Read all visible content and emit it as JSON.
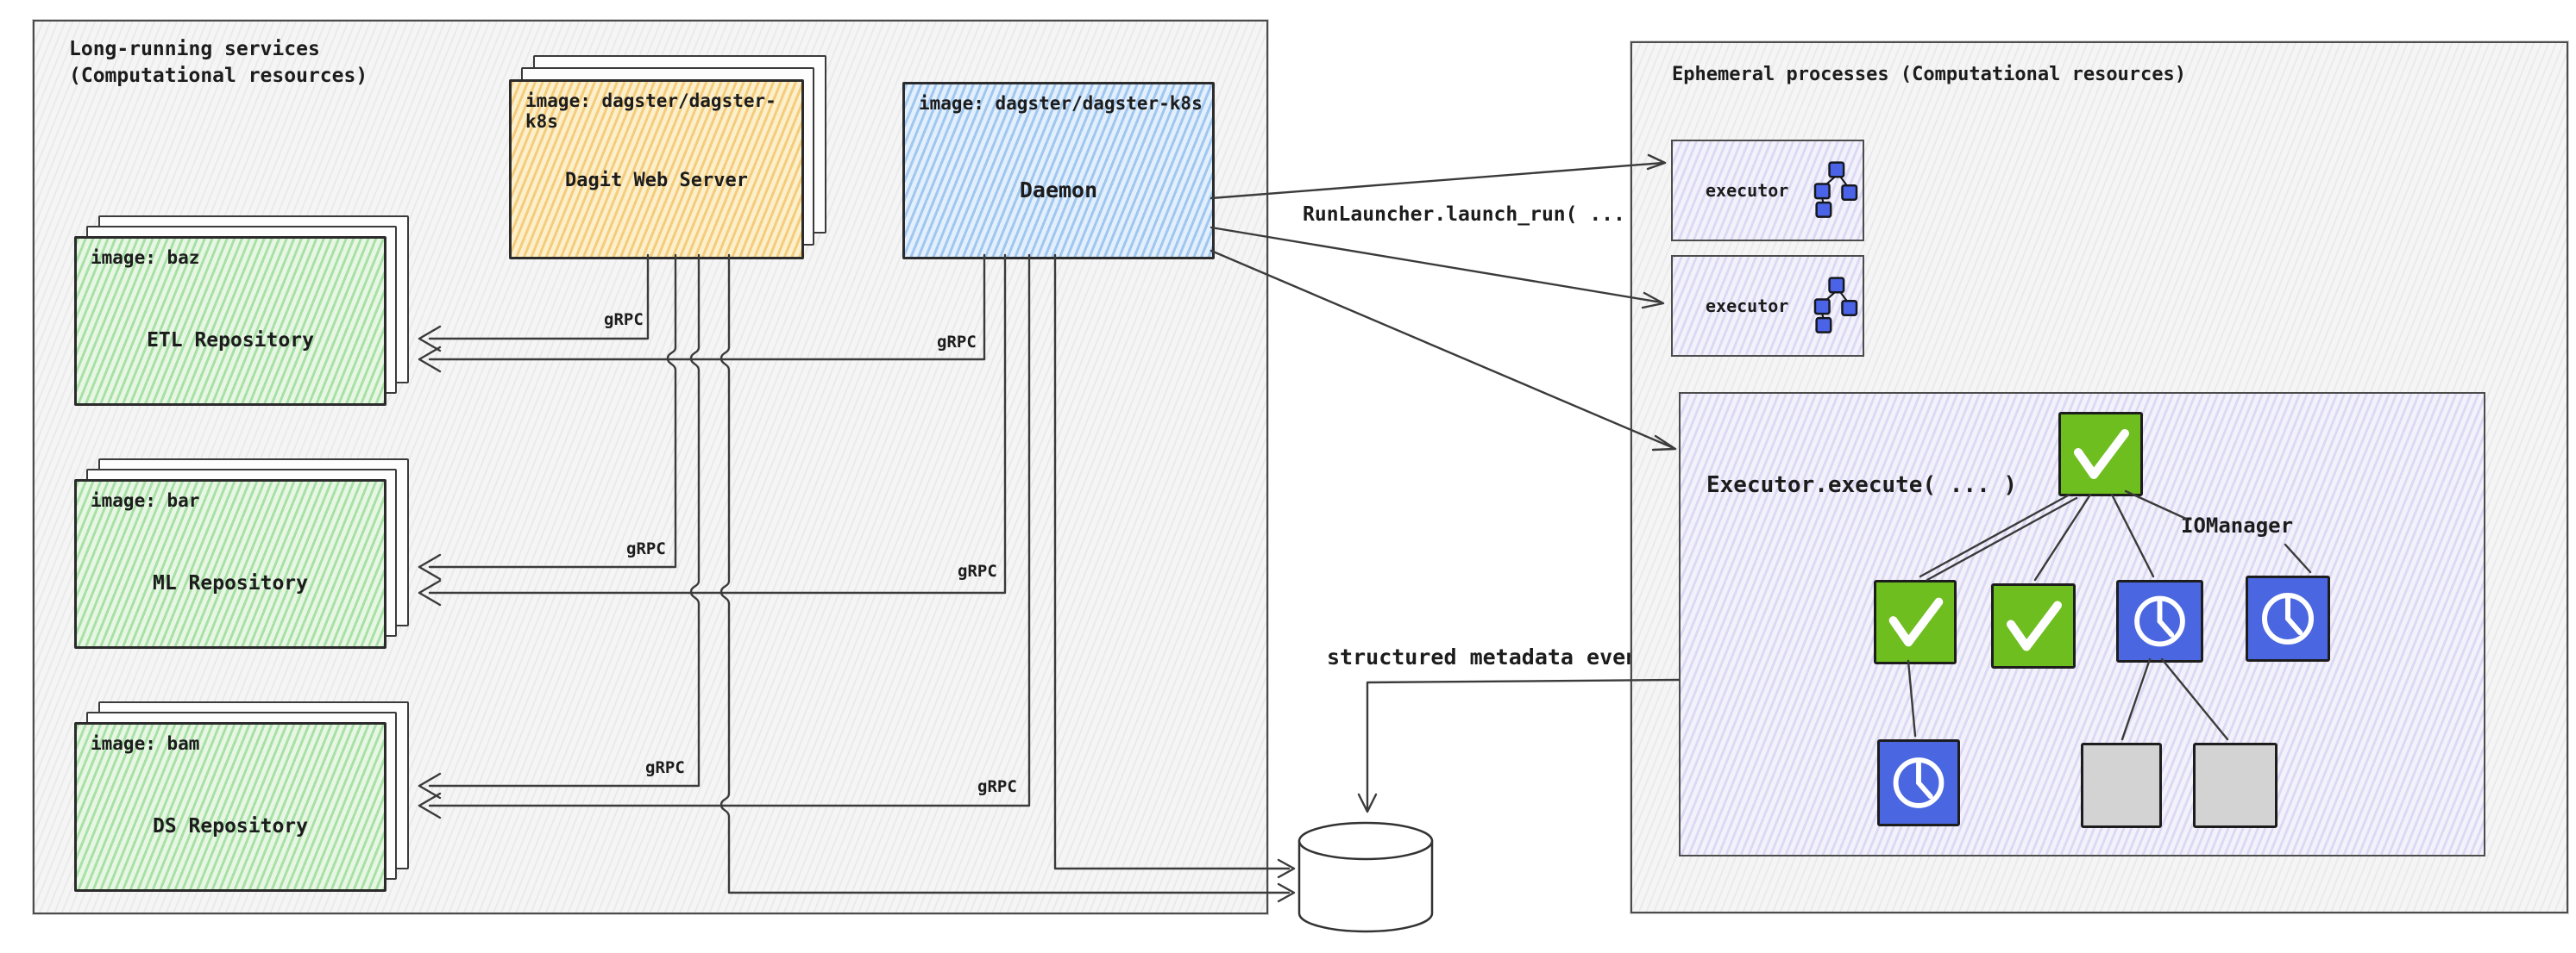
{
  "left_panel": {
    "title": "Long-running services\n(Computational resources)"
  },
  "right_panel": {
    "title": "Ephemeral processes (Computational resources)"
  },
  "dagit": {
    "header": "image: dagster/dagster-k8s",
    "label": "Dagit Web Server"
  },
  "daemon": {
    "header": "image: dagster/dagster-k8s",
    "label": "Daemon"
  },
  "repos": [
    {
      "header": "image: baz",
      "label": "ETL Repository"
    },
    {
      "header": "image: bar",
      "label": "ML Repository"
    },
    {
      "header": "image: bam",
      "label": "DS Repository"
    }
  ],
  "edge_labels": {
    "grpc": "gRPC",
    "run_launcher": "RunLauncher.launch_run( ... )",
    "metadata_events": "structured metadata events",
    "iomanager": "IOManager"
  },
  "executors": {
    "label": "executor",
    "icon": "dag-icon"
  },
  "execute_box": {
    "label": "Executor.execute( ... )",
    "tree": {
      "root": "check",
      "level2": [
        "check",
        "check",
        "clock",
        "clock"
      ],
      "level3": [
        "clock",
        "pending",
        "pending"
      ],
      "edge_annotation": "IOManager"
    }
  },
  "database": {
    "label": "Database"
  },
  "colors": {
    "dagit_fill": "#F8E4B0",
    "daemon_fill": "#BFDDF6",
    "repo_fill": "#CBEFCA",
    "executor_fill": "#EDEBFA",
    "node_green": "#6FBE20",
    "node_blue": "#4A66E0",
    "node_gray": "#D3D3D3",
    "line": "#3B3B3B"
  }
}
